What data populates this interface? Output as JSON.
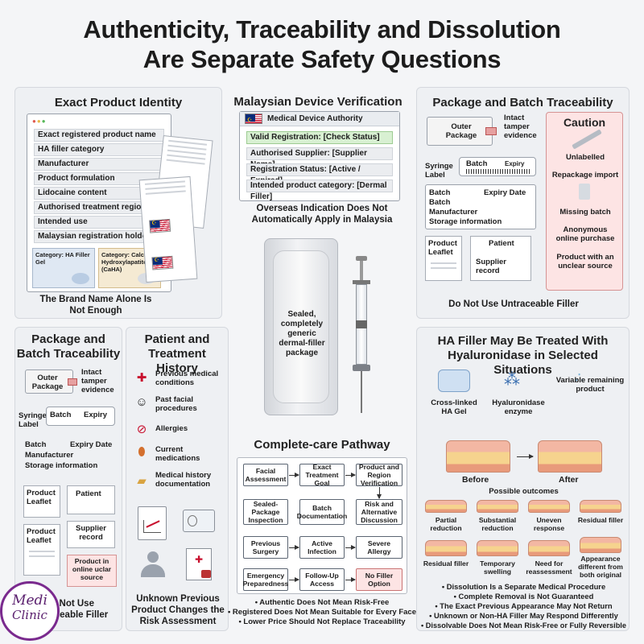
{
  "title": {
    "line1": "Authenticity, Traceability and Dissolution",
    "line2": "Are Separate Safety Questions"
  },
  "identity": {
    "title": "Exact Product Identity",
    "rows": [
      "Exact registered product name",
      "HA filler category",
      "Manufacturer",
      "Product formulation",
      "Lidocaine content",
      "Authorised treatment region",
      "Intended use",
      "Malaysian registration holder"
    ],
    "cat1": "Category: HA Filler Gel",
    "cat2": "Category: Calcium Hydroxylapatite (CaHA)",
    "caption": "The Brand Name Alone Is Not Enough"
  },
  "verify": {
    "title": "Malaysian Device Verification",
    "header": "Medical Device Authority",
    "rows": [
      "Valid Registration: [Check Status]",
      "Authorised Supplier: [Supplier Name]",
      "Registration Status: [Active / Expired]",
      "Intended product category: [Dermal Filler]"
    ],
    "caption": "Overseas Indication Does Not Automatically Apply in Malaysia",
    "package": "Sealed, completely generic dermal-filler package"
  },
  "trace_top": {
    "title": "Package and Batch Traceability",
    "outer": "Outer Package",
    "tamper": "Intact tamper evidence",
    "syringe_label": "Syringe Label",
    "batch": "Batch",
    "expiry": "Expiry",
    "batch_label": "Batch",
    "expiry_date": "Expiry Date",
    "info": [
      "Batch",
      "Manufacturer",
      "Storage information"
    ],
    "leaflet": "Product Leaflet",
    "patient": "Patient",
    "supplier": "Supplier record",
    "caption": "Do Not Use Untraceable Filler"
  },
  "caution": {
    "title": "Caution",
    "items": [
      "Unlabelled",
      "Repackage import",
      "Missing batch",
      "Anonymous online purchase",
      "Product with an unclear source"
    ]
  },
  "trace_bottom": {
    "title": "Package and Batch Traceability",
    "outer": "Outer Package",
    "tamper": "Intact tamper evidence",
    "syringe_label": "Syringe Label",
    "batch": "Batch",
    "expiry": "Expiry",
    "batch_label": "Batch",
    "expiry_date": "Expiry Date",
    "info": [
      "Manufacturer",
      "Storage information"
    ],
    "leaflet1": "Product Leaflet",
    "patient": "Patient",
    "leaflet2": "Product Leaflet",
    "supplier": "Supplier record",
    "online": "Product in online uclar source",
    "caption": "Do Not Use Untraceable Filler"
  },
  "history": {
    "title": "Patient and Treatment History",
    "items": [
      "Previous medical conditions",
      "Past facial procedures",
      "Allergies",
      "Current medications",
      "Medical history documentation"
    ],
    "caption": "Unknown Previous Product Changes the Risk Assessment"
  },
  "pathway": {
    "title": "Complete-care Pathway",
    "r1": [
      "Facial Assessment",
      "Exact Treatment Goal",
      "Product and Region Verification"
    ],
    "r2": [
      "Sealed-Package Inspection",
      "Batch Documentation",
      "Risk and Alternative Discussion"
    ],
    "r3": [
      "Previous Surgery",
      "Active Infection",
      "Severe Allergy"
    ],
    "r4": [
      "Emergency Preparedness",
      "Follow-Up Access",
      "No Filler Option"
    ],
    "bullets": [
      "• Authentic Does Not Mean Risk-Free",
      "• Registered Does Not Mean Suitable for Every Face",
      "• Lower Price Should Not Replace Traceability"
    ]
  },
  "ha": {
    "title": "HA Filler May Be Treated With Hyaluronidase in Selected Situations",
    "icons": [
      "Cross-linked HA Gel",
      "Hyaluronidase enzyme",
      "Variable remaining product"
    ],
    "before": "Before",
    "after": "After",
    "possible": "Possible outcomes",
    "outcomes": [
      "Partial reduction",
      "Substantial reduction",
      "Uneven response",
      "Residual filler",
      "Residual filler",
      "Temporary swelling",
      "Need for reassessment",
      "Appearance different from both original"
    ],
    "bullets": [
      "• Dissolution Is a Separate Medical Procedure",
      "• Complete Removal is Not Guaranteed",
      "• The Exact Previous Appearance May Not Return",
      "• Unknown or Non-HA Filler May Respond Differently",
      "• Dissolvable Does Not Mean Risk-Free or Fully Reversible"
    ]
  },
  "logo": {
    "line1": "Medi",
    "line2": "Clinic"
  },
  "colors": {
    "caution_bg": "#fde4e4",
    "valid_green": "#d8f0d2",
    "flow_red": "#fde4e4",
    "logo_purple": "#7a2a8e"
  }
}
